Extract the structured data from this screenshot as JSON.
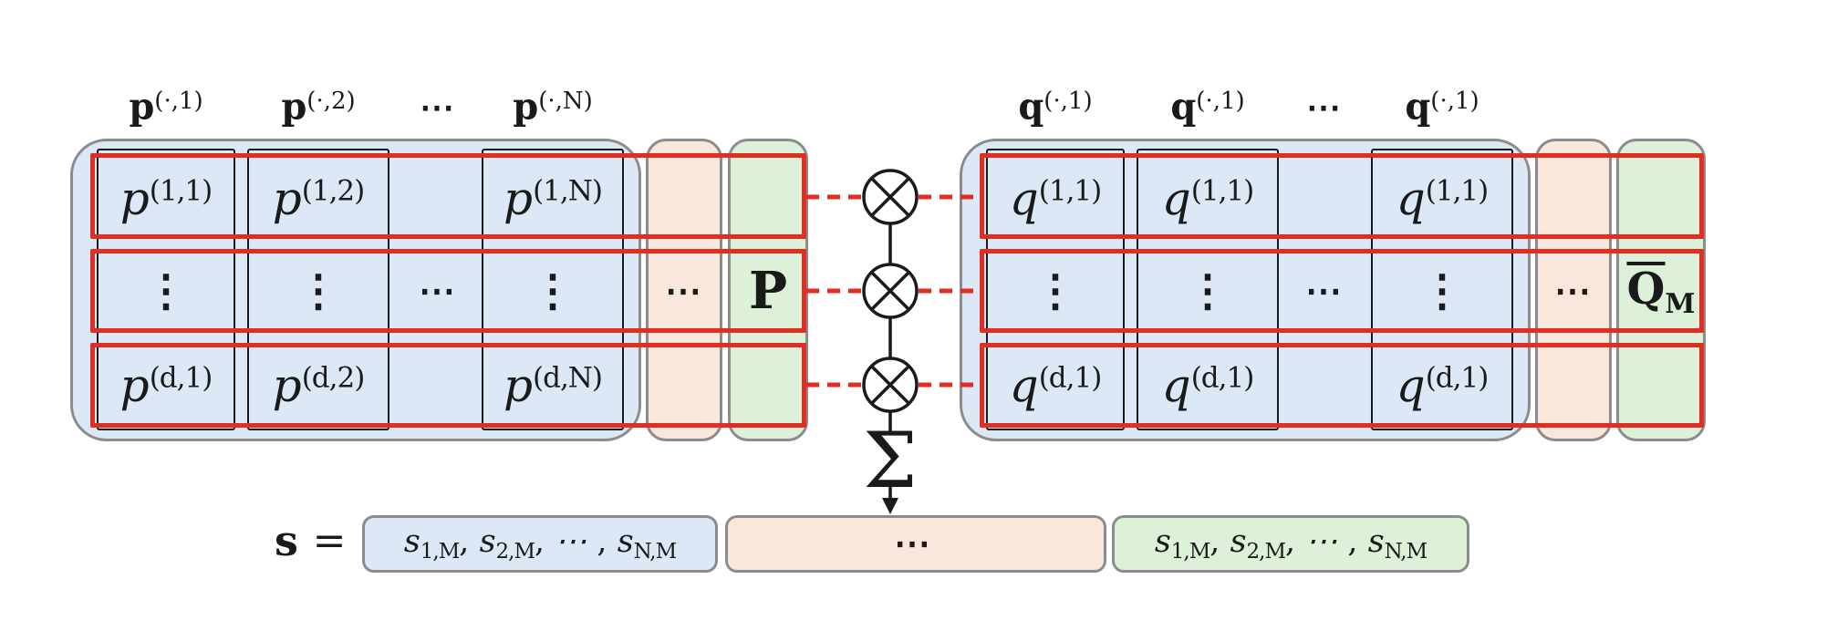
{
  "colors": {
    "accent_red": "#e12d22",
    "matrix_blue": "#dce8f5",
    "summary_peach": "#f8e7da",
    "summary_green": "#ddf0d8",
    "border_gray": "#8c8c8c",
    "line_black": "#1a1a1a"
  },
  "left_matrix": {
    "headers": [
      {
        "base": "p",
        "sup": "(·,1)"
      },
      {
        "base": "p",
        "sup": "(·,2)"
      },
      {
        "base": "⋯",
        "sup": ""
      },
      {
        "base": "p",
        "sup": "(·,N)"
      }
    ],
    "row_top": [
      {
        "base": "p",
        "sup": "(1,1)"
      },
      {
        "base": "p",
        "sup": "(1,2)"
      },
      {
        "base": "p",
        "sup": "(1,N)"
      }
    ],
    "row_mid": {
      "vdots": "⋮",
      "hdots": "⋯"
    },
    "row_bot": [
      {
        "base": "p",
        "sup": "(d,1)"
      },
      {
        "base": "p",
        "sup": "(d,2)"
      },
      {
        "base": "p",
        "sup": "(d,N)"
      }
    ],
    "summary_dots": "⋯",
    "summary_label": "P"
  },
  "right_matrix": {
    "headers": [
      {
        "base": "q",
        "sup": "(·,1)"
      },
      {
        "base": "q",
        "sup": "(·,1)"
      },
      {
        "base": "⋯",
        "sup": ""
      },
      {
        "base": "q",
        "sup": "(·,1)"
      }
    ],
    "row_top": [
      {
        "base": "q",
        "sup": "(1,1)"
      },
      {
        "base": "q",
        "sup": "(1,1)"
      },
      {
        "base": "q",
        "sup": "(1,1)"
      }
    ],
    "row_mid": {
      "vdots": "⋮",
      "hdots": "⋯"
    },
    "row_bot": [
      {
        "base": "q",
        "sup": "(d,1)"
      },
      {
        "base": "q",
        "sup": "(d,1)"
      },
      {
        "base": "q",
        "sup": "(d,1)"
      }
    ],
    "summary_dots": "⋯",
    "summary_label": {
      "base": "Q",
      "sub": "M"
    }
  },
  "operator_chain": {
    "sum_symbol": "Σ"
  },
  "output_vector": {
    "label": "s",
    "equals": "=",
    "first_segment": {
      "items": [
        {
          "base": "s",
          "sub": "1,M",
          "sep": ", "
        },
        {
          "base": "s",
          "sub": "2,M",
          "sep": ", "
        },
        {
          "base": "⋯",
          "sub": "",
          "sep": " , "
        },
        {
          "base": "s",
          "sub": "N,M",
          "sep": ""
        }
      ]
    },
    "middle_segment": "⋯",
    "last_segment": {
      "items": [
        {
          "base": "s",
          "sub": "1,M",
          "sep": ", "
        },
        {
          "base": "s",
          "sub": "2,M",
          "sep": ", "
        },
        {
          "base": "⋯",
          "sub": "",
          "sep": " , "
        },
        {
          "base": "s",
          "sub": "N,M",
          "sep": ""
        }
      ]
    }
  }
}
